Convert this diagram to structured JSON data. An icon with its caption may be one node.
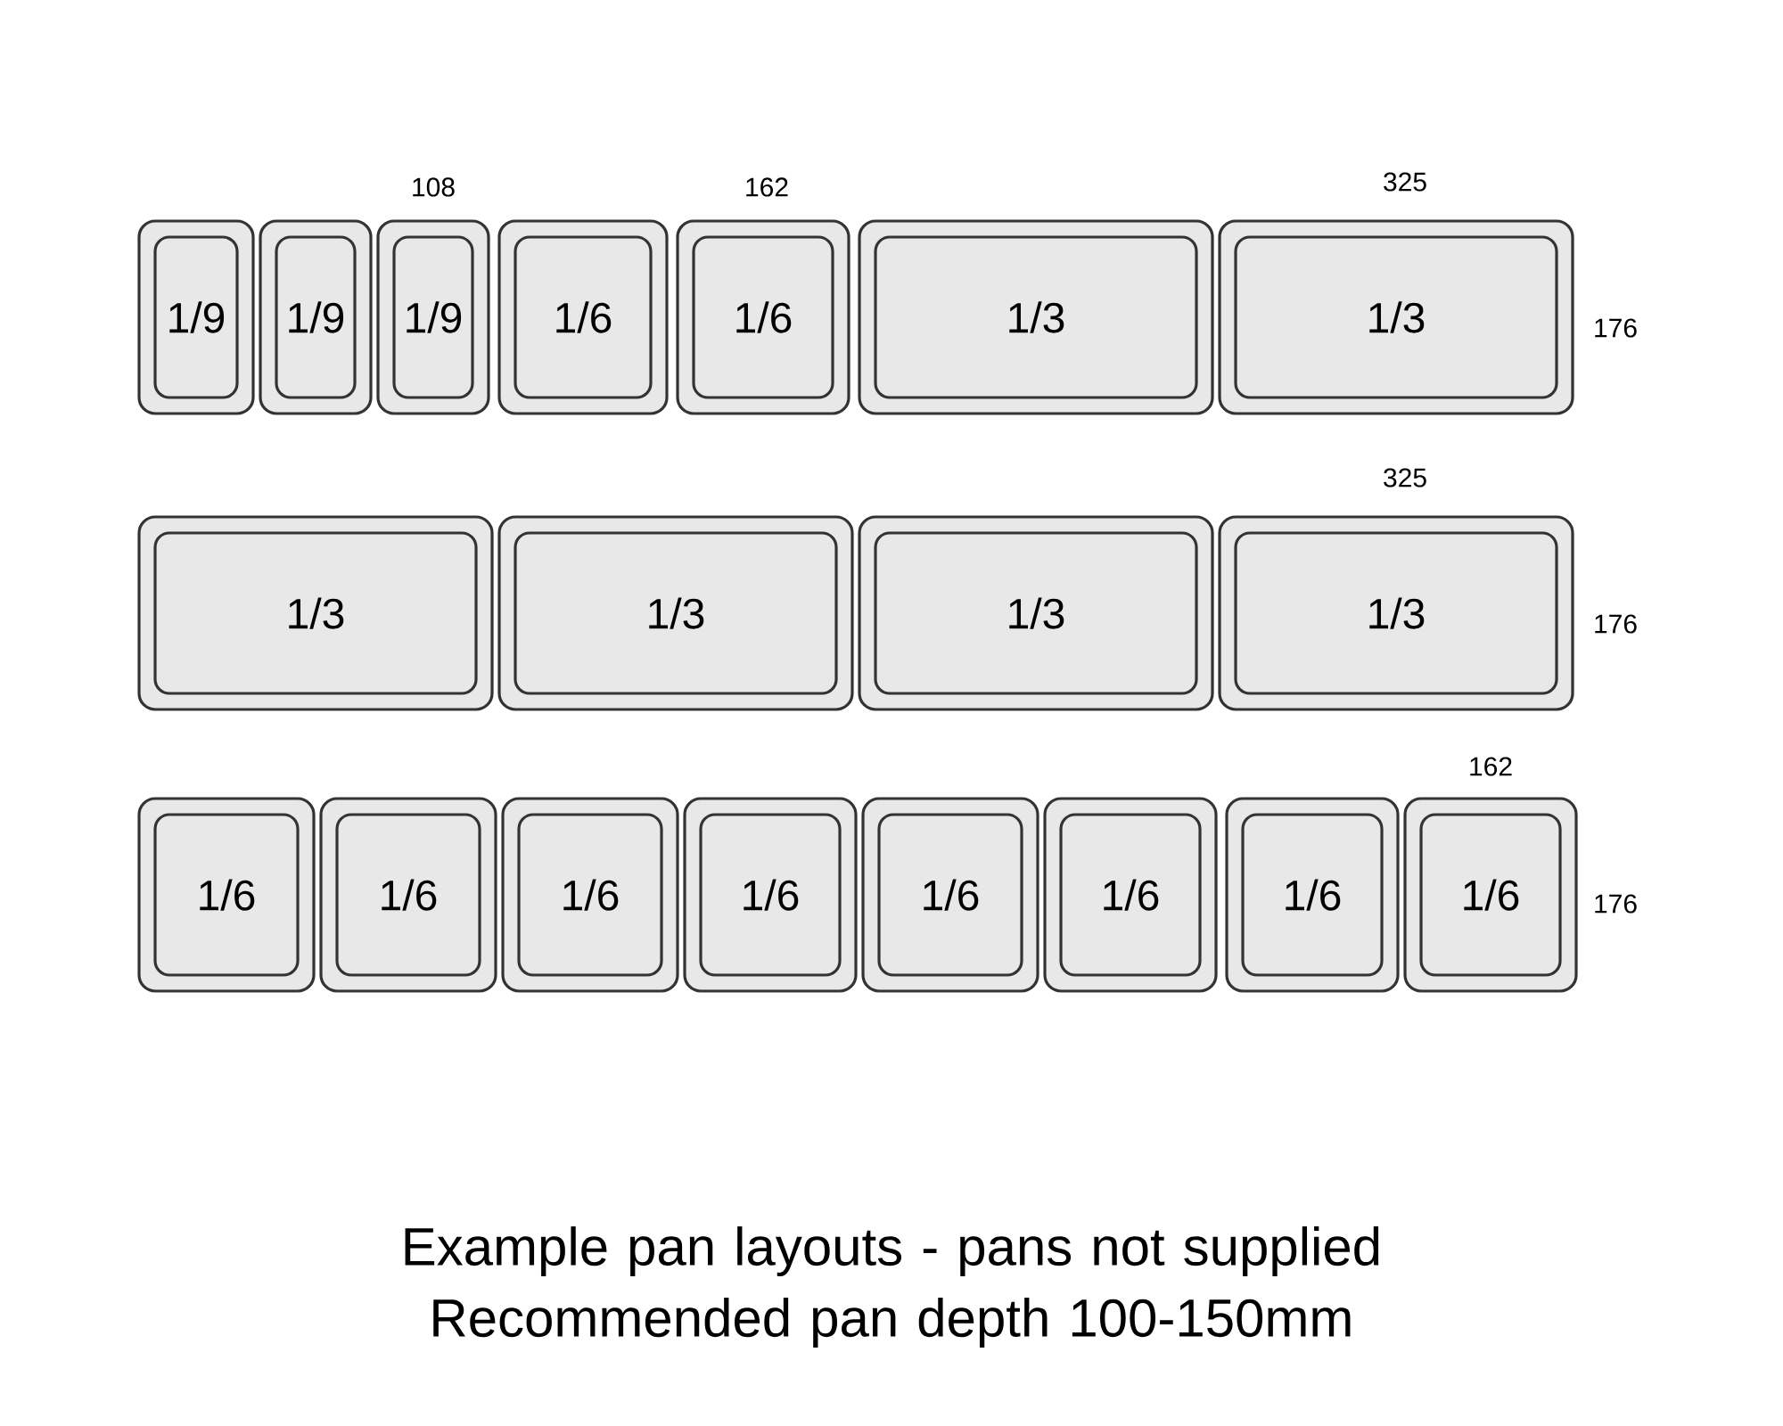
{
  "diagram": {
    "caption": "Example pan layouts - pans not supplied Recommended pan depth 100-150mm",
    "nodes": [
      {
        "text": [
          "1/9"
        ]
      },
      {
        "text": [
          "1/9"
        ]
      },
      {
        "text": [
          "1/9"
        ]
      },
      {
        "text": [
          "1/6"
        ]
      },
      {
        "text": [
          "1/6"
        ]
      },
      {
        "text": [
          "1/3"
        ]
      },
      {
        "text": [
          "1/3"
        ]
      },
      {
        "text": [
          "1/3"
        ]
      },
      {
        "text": [
          "1/3"
        ]
      },
      {
        "text": [
          "1/3"
        ]
      },
      {
        "text": [
          "1/3"
        ]
      },
      {
        "text": [
          "1/6"
        ]
      },
      {
        "text": [
          "1/6"
        ]
      },
      {
        "text": [
          "1/6"
        ]
      },
      {
        "text": [
          "1/6"
        ]
      },
      {
        "text": [
          "1/6"
        ]
      },
      {
        "text": [
          "1/6"
        ]
      },
      {
        "text": [
          "1/6"
        ]
      },
      {
        "text": [
          "1/6"
        ]
      }
    ],
    "labels": [
      "108",
      "162",
      "325",
      "176",
      "325",
      "176",
      "162",
      "176"
    ]
  }
}
